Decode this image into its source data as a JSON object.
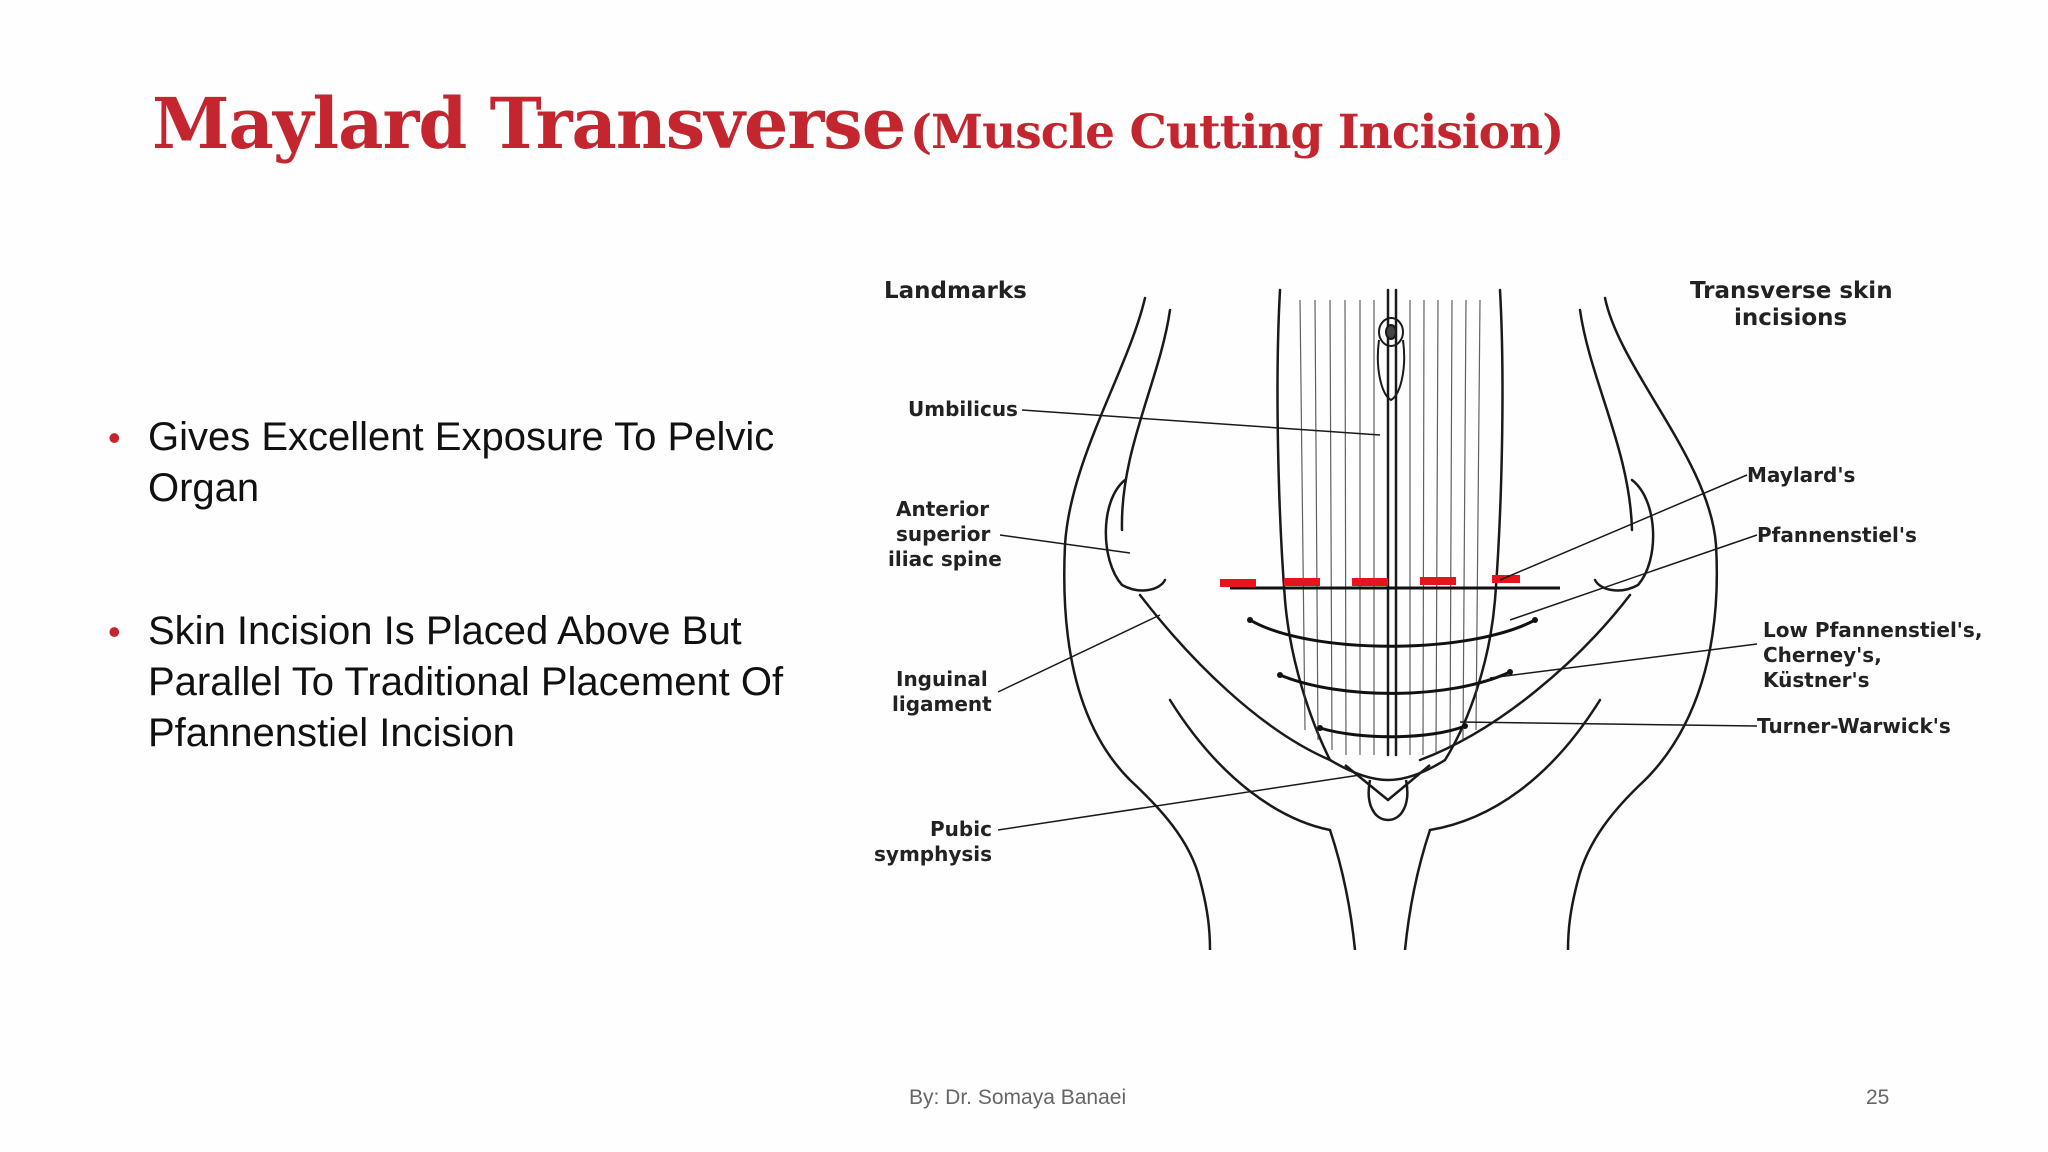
{
  "slide": {
    "title_main": "Maylard Transverse",
    "title_sub": "(Muscle Cutting Incision)",
    "bullets": [
      "Gives Excellent Exposure To Pelvic Organ",
      "Skin Incision Is Placed Above But Parallel To Traditional Placement Of Pfannenstiel Incision"
    ],
    "footer_author": "By: Dr. Somaya Banaei",
    "page_number": "25"
  },
  "diagram": {
    "heading_left": "Landmarks",
    "heading_right_line1": "Transverse skin",
    "heading_right_line2": "incisions",
    "left_labels": {
      "umbilicus": "Umbilicus",
      "asis_line1": "Anterior",
      "asis_line2": "superior",
      "asis_line3": "iliac spine",
      "inguinal_line1": "Inguinal",
      "inguinal_line2": "ligament",
      "pubic_line1": "Pubic",
      "pubic_line2": "symphysis"
    },
    "right_labels": {
      "maylard": "Maylard's",
      "pfannenstiel": "Pfannenstiel's",
      "low_line1": "Low Pfannenstiel's,",
      "low_line2": "Cherney's,",
      "low_line3": "Küstner's",
      "turner": "Turner-Warwick's"
    },
    "colors": {
      "incision_marker": "#e8141c",
      "line": "#1a1a1a",
      "title": "#c3262e"
    }
  }
}
